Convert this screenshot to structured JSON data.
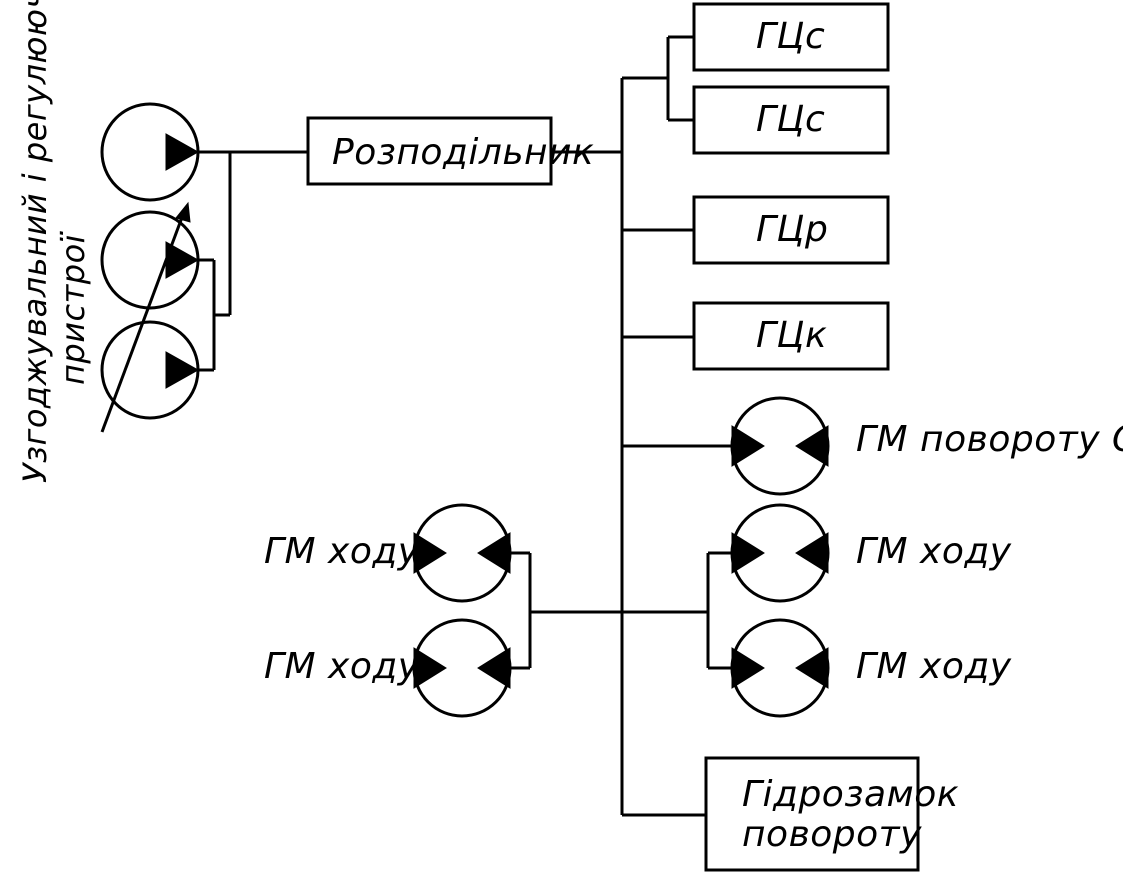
{
  "labels": {
    "side_line1": "Узгоджувальний і регулюючі",
    "side_line2": "пристрої",
    "distributor": "Розподільник",
    "cyl_1": "ГЦс",
    "cyl_2": "ГЦс",
    "cyl_r": "ГЦр",
    "cyl_k": "ГЦк",
    "motor_turn": "ГМ повороту ОПК",
    "motor_left_1": "ГМ ходу",
    "motor_left_2": "ГМ ходу",
    "motor_right_1": "ГМ ходу",
    "motor_right_2": "ГМ ходу",
    "lock_line1": "Гідрозамок",
    "lock_line2": "повороту"
  }
}
